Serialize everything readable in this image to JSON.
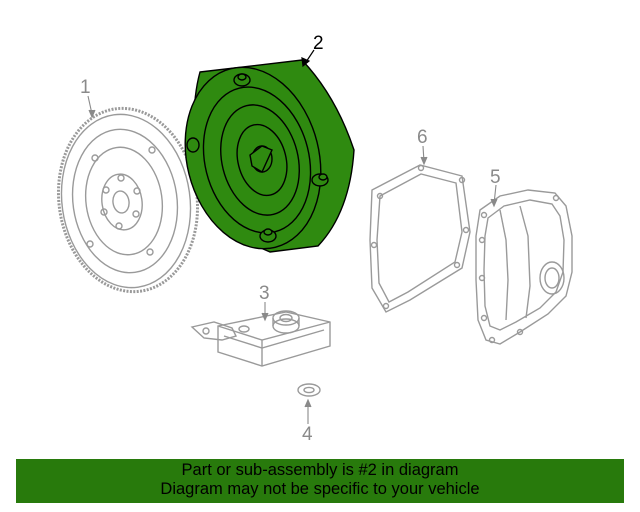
{
  "diagram": {
    "callouts": {
      "c1": "1",
      "c2": "2",
      "c3": "3",
      "c4": "4",
      "c5": "5",
      "c6": "6"
    },
    "highlighted_part": "2",
    "colors": {
      "highlight_fill": "#2f8a10",
      "outline": "#000000",
      "line_art": "#9a9a9a",
      "banner_bg": "#287a0c"
    }
  },
  "banner": {
    "line1": "Part or sub-assembly is #2 in diagram",
    "line2": "Diagram may not be specific to your vehicle"
  }
}
